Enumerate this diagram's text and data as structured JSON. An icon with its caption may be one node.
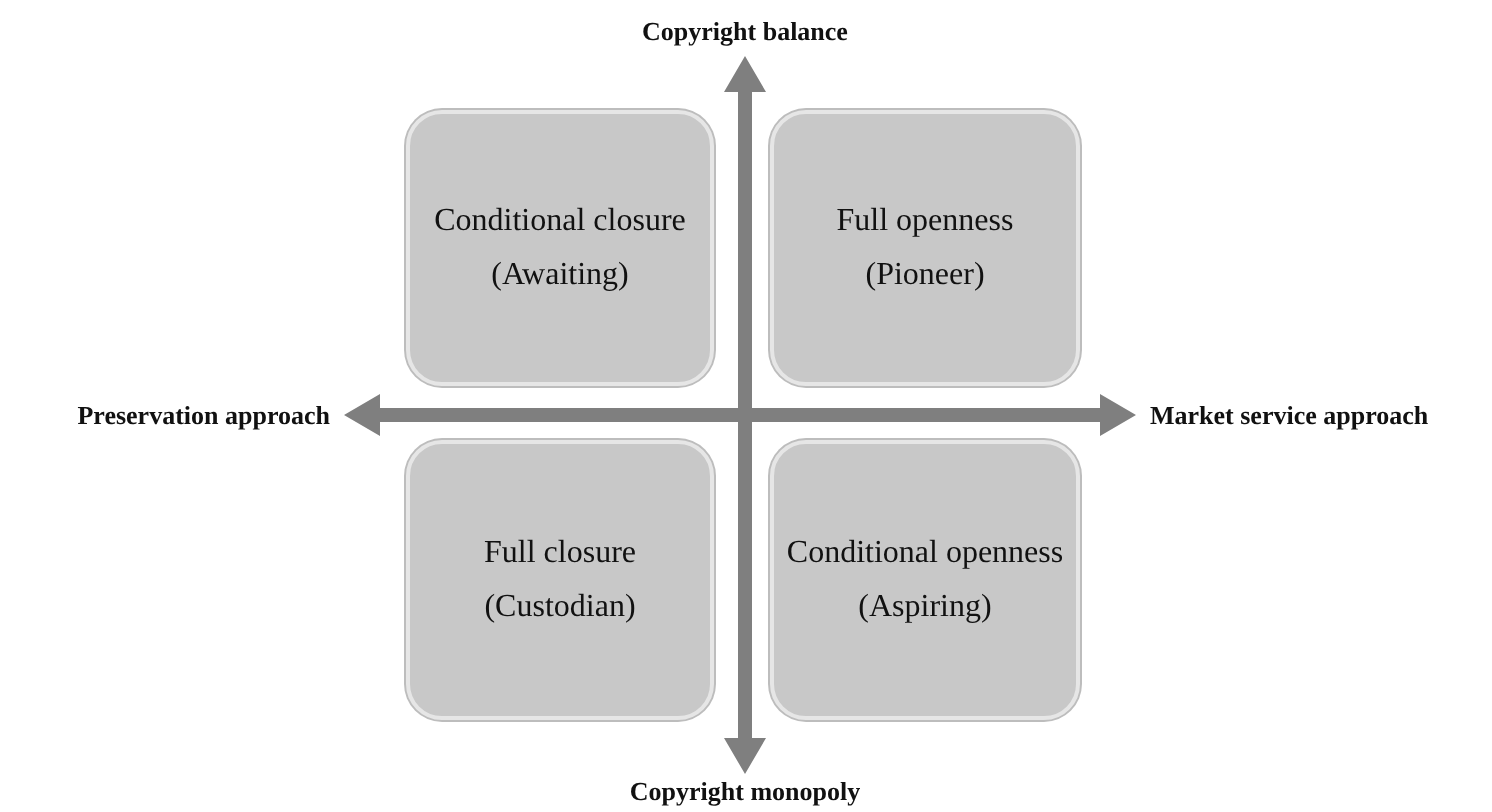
{
  "diagram": {
    "nodes": [
      {
        "text": [
          "Conditional closure",
          "(Awaiting)"
        ]
      },
      {
        "text": [
          "Full openness",
          "(Pioneer)"
        ]
      },
      {
        "text": [
          "Full closure",
          "(Custodian)"
        ]
      },
      {
        "text": [
          "Conditional openness",
          "(Aspiring)"
        ]
      },
      {
        "text": [
          "Copyright balance"
        ]
      },
      {
        "text": [
          "Preservation approach"
        ]
      },
      {
        "text": [
          "Market service approach"
        ]
      },
      {
        "text": [
          "Copyright monopoly"
        ]
      }
    ],
    "edges": [
      {
        "from": 7,
        "to": 4,
        "arrow": "both"
      },
      {
        "from": 5,
        "to": 6,
        "arrow": "both"
      }
    ]
  }
}
